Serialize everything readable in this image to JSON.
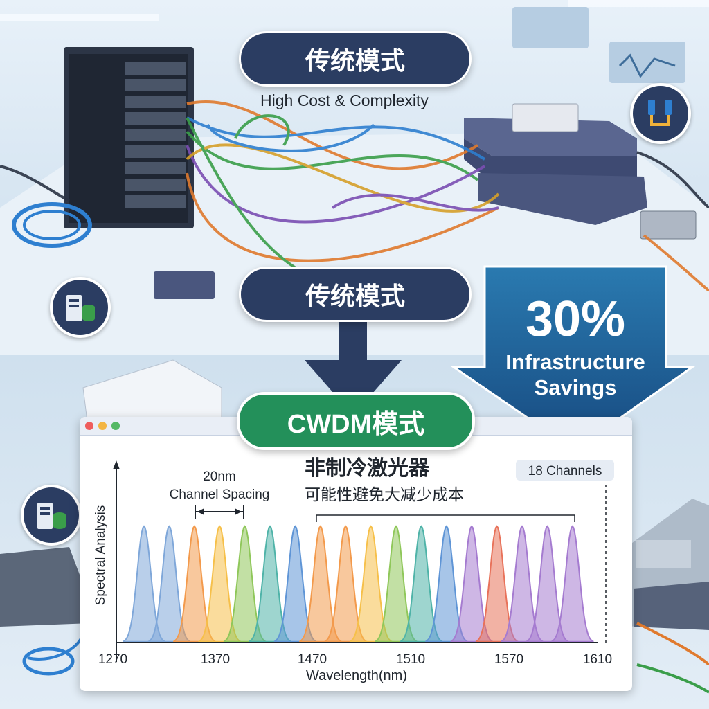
{
  "top_section": {
    "header_label": "传统模式",
    "subtitle": "High Cost & Complexity"
  },
  "middle_label": "传统模式",
  "savings": {
    "percent": "30%",
    "line1": "Infrastructure",
    "line2": "Savings"
  },
  "cwdm_label": "CWDM模式",
  "chart_panel": {
    "title": "非制冷激光器",
    "subtitle": "可能性避免大减少成本",
    "channels_badge": "18 Channels",
    "spacing_line1": "20nm",
    "spacing_line2": "Channel Spacing"
  },
  "colors": {
    "navy": "#2b3d62",
    "green": "#23905a",
    "savings_blue": "#1f5f94"
  },
  "chart_data": {
    "type": "area",
    "title": "非制冷激光器",
    "xlabel": "Wavelength(nm)",
    "ylabel": "Spectral Analysis",
    "xlim": [
      1270,
      1610
    ],
    "x_tick_labels": [
      "1270",
      "1370",
      "1470",
      "1510",
      "1570",
      "1610"
    ],
    "peak_count": 18,
    "peak_colors": [
      "#7fa7d9",
      "#7fa7d9",
      "#f39a4c",
      "#f6c04a",
      "#8fc75a",
      "#4fb3a8",
      "#5f95d6",
      "#f39a4c",
      "#f39a4c",
      "#f6c04a",
      "#8fc75a",
      "#4fb3a8",
      "#5f95d6",
      "#a57bd0",
      "#e8725a",
      "#a57bd0",
      "#a57bd0",
      "#a57bd0"
    ],
    "relative_peak_height": 1.0
  }
}
